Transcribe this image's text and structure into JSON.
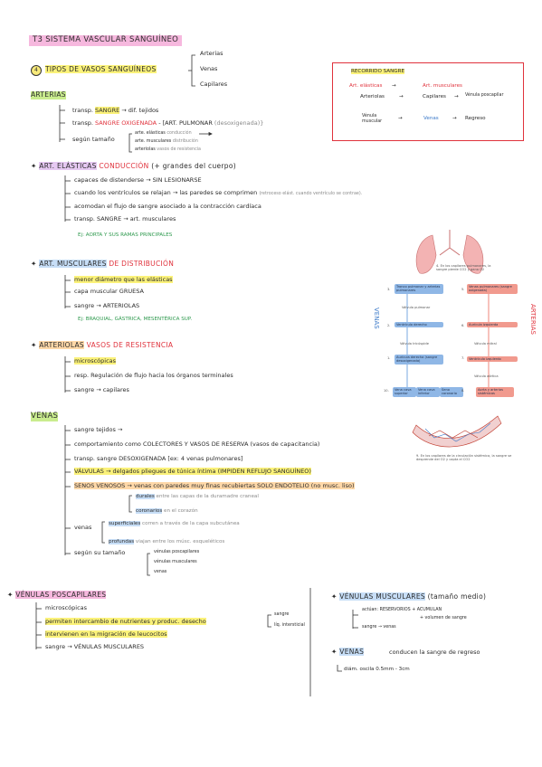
{
  "header": {
    "title": "T3 SISTEMA VASCULAR SANGUÍNEO"
  },
  "tipos": {
    "label": "TIPOS DE VASOS SANGUÍNEOS",
    "number": "4",
    "items": [
      "Arterias",
      "Venas",
      "Capilares"
    ]
  },
  "recorrido": {
    "title": "RECORRIDO SANGRE",
    "row1": {
      "a": "Art. elásticas",
      "b": "Art. musculares"
    },
    "row2": {
      "a": "Arteriolas",
      "b": "Capilares",
      "c": "Vénula poscapilar"
    },
    "row3": {
      "a": "Vénula muscular",
      "b": "Venas",
      "c": "Regreso"
    }
  },
  "arterias": {
    "title": "ARTERIAS",
    "line1": {
      "a": "transp.",
      "b": "SANGRE",
      "c": "→ dif. tejidos"
    },
    "line2": {
      "a": "transp.",
      "b": "SANGRE OXIGENADA",
      "c": "- [ART. PULMONAR",
      "d": "(desoxigenada)}"
    },
    "line3": {
      "a": "según tamaño"
    },
    "sub": [
      "arte. elásticas",
      "arte. musculares",
      "arteriolas"
    ],
    "sub_notes": [
      "conducción",
      "distribución",
      "vasos de resistencia"
    ]
  },
  "elasticas": {
    "title": "ART. ELÁSTICAS",
    "tag": "CONDUCCIÓN",
    "extra": "(+ grandes del cuerpo)",
    "lines": [
      "capaces de distenderse → SIN LESIONARSE",
      "cuando los ventrículos se relajan → las paredes se comprimen",
      "acomodan el flujo de sangre asociado a la contracción cardíaca",
      "transp. SANGRE → art. musculares"
    ],
    "note": "(retroceso elást. cuando ventrículo se contrae).",
    "example": "Ej: AORTA Y SUS RAMAS PRINCIPALES"
  },
  "musculares": {
    "title": "ART. MUSCULARES",
    "tag": "DE DISTRIBUCIÓN",
    "lines": [
      "menor diámetro que las elásticas",
      "capa muscular GRUESA",
      "sangre → ARTERIOLAS"
    ],
    "example": "Ej: BRAQUIAL, GÁSTRICA, MESENTÉRICA SUP."
  },
  "arteriolas": {
    "title": "ARTERIOLAS",
    "tag": "VASOS DE RESISTENCIA",
    "lines": [
      "microscópicas",
      "resp. Regulación de flujo hacia los órganos terminales",
      "sangre → capilares"
    ]
  },
  "venas": {
    "title": "VENAS",
    "lines": [
      "sangre tejidos →",
      "comportamiento como COLECTORES Y VASOS DE RESERVA (vasos de capacitancia)",
      "transp. sangre DESOXIGENADA [ex: 4 venas pulmonares]",
      "VÁLVULAS → delgados pliegues de túnica íntima (IMPIDEN REFLUJO SANGUÍNEO)",
      "SENOS VENOSOS → venas con paredes muy finas recubiertas SOLO ENDOTELIO (no musc. liso)",
      "venas",
      "según su tamaño"
    ],
    "senos": [
      {
        "a": "durales",
        "b": "entre las capas de la duramadre craneal"
      },
      {
        "a": "coronarios",
        "b": "en el corazón"
      }
    ],
    "venas_sub": [
      {
        "a": "superficiales",
        "b": "corren a través de la capa subcutánea"
      },
      {
        "a": "profundas",
        "b": "viajan entre los músc. esqueléticos"
      }
    ],
    "tamano": [
      "vénulas poscapilares",
      "vénulas musculares",
      "venas"
    ]
  },
  "poscapilares": {
    "title": "VÉNULAS POSCAPILARES",
    "lines": [
      "microscópicas",
      "permiten intercambio de nutrientes y produc. desecho",
      "intervienen en la migración de leucocitos",
      "sangre → VÉNULAS MUSCULARES"
    ],
    "side": [
      "sangre",
      "líq. intersticial"
    ]
  },
  "venulas_musc": {
    "title": "VÉNULAS MUSCULARES",
    "extra": "(tamaño medio)",
    "lines": [
      "actúan: RESERVORIOS + ACUMULAN",
      "+ volumen de sangre",
      "sangre → venas"
    ]
  },
  "venas_final": {
    "title": "VENAS",
    "desc": "conducen la sangre de regreso",
    "size": "diám. oscila 0.5mm - 3cm"
  },
  "diagram": {
    "side_left": "VENAS",
    "side_right": "ARTERIAS",
    "step4": "4. En los capilares pulmonares, la sangre pierde CO2 y gana O2",
    "step3": "3.",
    "step5": "5.",
    "box_tronco": "Tronco pulmonar y arterias pulmonares",
    "box_venas_pulm": "Venas pulmonares (sangre oxigenada)",
    "valv_pulmonar": "Válvula pulmonar",
    "step2": "2.",
    "step6": "6.",
    "box_vd": "Ventrículo derecho",
    "box_ai": "Aurícula izquierda",
    "valv_tricuspide": "Válvula tricúspide",
    "valv_mitral": "Válvula mitral",
    "step1": "1.",
    "step7": "7.",
    "box_ad": "Aurícula derecha (sangre desoxigenada)",
    "box_vi": "Ventrículo izquierdo",
    "valv_aortica": "Válvula aórtica",
    "step10": "10.",
    "step9": "9.",
    "step8": "8.",
    "box_vcs": "Vena cava superior",
    "box_vci": "Vena cava inferior",
    "box_seno": "Seno coronario",
    "box_aorta": "Aorta y arterias sistémicas",
    "step_caption": "9. En los capilares de la circulación sistémica, la sangre se desprende del O2 y capta el CO2"
  },
  "colors": {
    "pink": "#f6b8de",
    "green": "#c9ec8e",
    "yellow": "#fbf27a",
    "red": "#e0323c",
    "blue": "#3a78c8"
  }
}
